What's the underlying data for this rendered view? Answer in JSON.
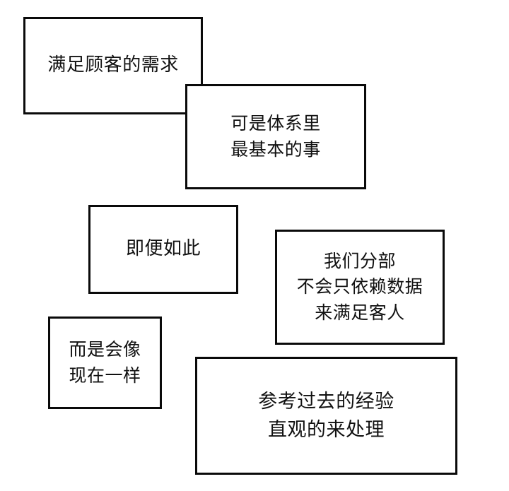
{
  "scene": {
    "type": "comic-panel",
    "background_color": "#ffffff",
    "border_color": "#0a0a0a",
    "text_color": "#111111",
    "language": "zh-Hans"
  },
  "boxes": [
    {
      "id": "box-1",
      "name": "dialogue-box-1",
      "text": "满足顾客的需求",
      "lines": [
        "满足顾客的需求"
      ]
    },
    {
      "id": "box-2",
      "name": "dialogue-box-2",
      "text": "可是体系里\n最基本的事",
      "lines": [
        "可是体系里",
        "最基本的事"
      ]
    },
    {
      "id": "box-3",
      "name": "dialogue-box-3",
      "text": "即便如此",
      "lines": [
        "即便如此"
      ]
    },
    {
      "id": "box-4",
      "name": "dialogue-box-4",
      "text": "我们分部\n不会只依赖数据\n来满足客人",
      "lines": [
        "我们分部",
        "不会只依赖数据",
        "来满足客人"
      ]
    },
    {
      "id": "box-5",
      "name": "dialogue-box-5",
      "text": "而是会像\n现在一样",
      "lines": [
        "而是会像",
        "现在一样"
      ]
    },
    {
      "id": "box-6",
      "name": "dialogue-box-6",
      "text": "参考过去的经验\n直观的来处理",
      "lines": [
        "参考过去的经验",
        "直观的来处理"
      ]
    }
  ]
}
